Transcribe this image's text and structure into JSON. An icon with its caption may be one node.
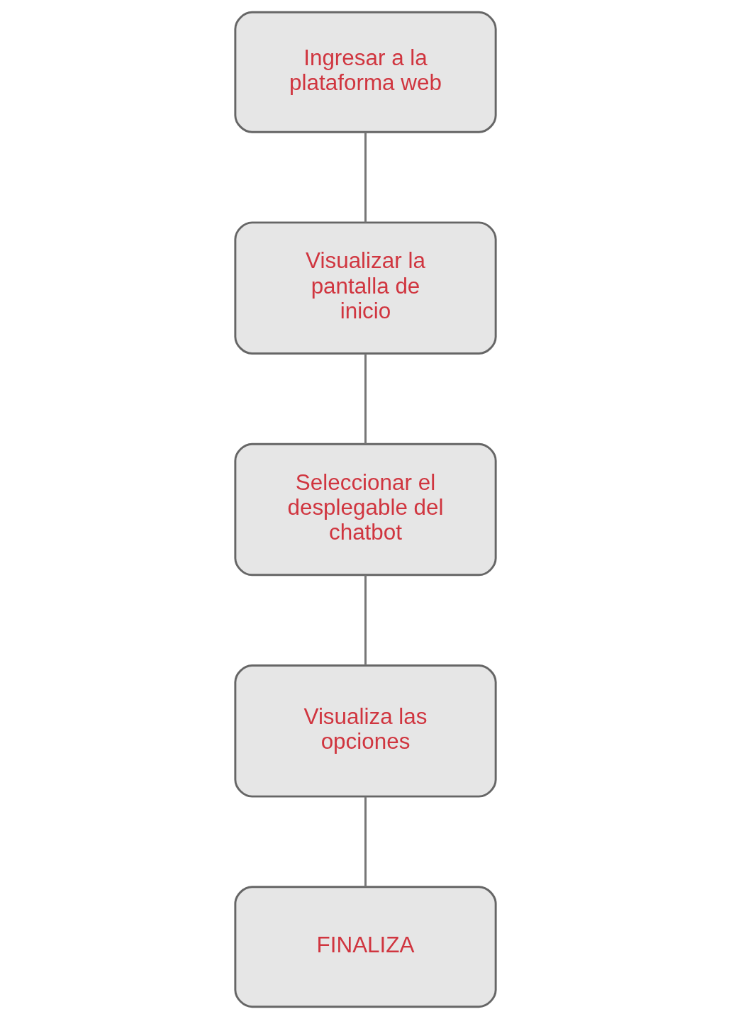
{
  "diagram": {
    "nodes": [
      {
        "text": [
          "Ingresar a la plataforma web"
        ]
      },
      {
        "text": [
          "Visualizar la pantalla de inicio"
        ]
      },
      {
        "text": [
          "Seleccionar el desplegable del chatbot"
        ]
      },
      {
        "text": [
          "Visualiza las opciones"
        ]
      },
      {
        "text": [
          "FINALIZA"
        ]
      }
    ],
    "edges": [
      {
        "from": 0,
        "to": 1,
        "arrow": "none"
      },
      {
        "from": 1,
        "to": 2,
        "arrow": "none"
      },
      {
        "from": 2,
        "to": 3,
        "arrow": "none"
      },
      {
        "from": 3,
        "to": 4,
        "arrow": "none"
      }
    ]
  }
}
